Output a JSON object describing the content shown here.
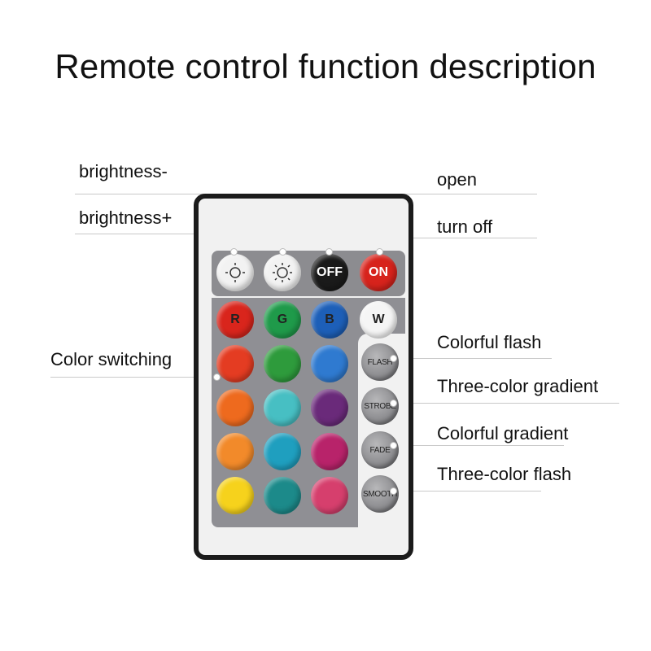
{
  "title": "Remote control function description",
  "labels": {
    "brightness_down": "brightness-",
    "brightness_up": "brightness+",
    "open": "open",
    "turn_off": "turn off",
    "color_switching": "Color switching",
    "colorful_flash": "Colorful flash",
    "three_color_gradient": "Three-color gradient",
    "colorful_gradient": "Colorful gradient",
    "three_color_flash": "Three-color flash"
  },
  "remote": {
    "power_off": "OFF",
    "power_on": "ON",
    "rgbw": [
      "R",
      "G",
      "B",
      "W"
    ],
    "modes": [
      "FLASH",
      "STROBE",
      "FADE",
      "SMOOTH"
    ],
    "colors": {
      "red": "#d9251c",
      "green": "#1f9a4a",
      "blue": "#1d5fb8",
      "white": "#f5f5f5",
      "grid": [
        "#e43c22",
        "#2e9b3c",
        "#2f7ad0",
        "#ee6a1e",
        "#47bfc3",
        "#6a2a7a",
        "#f28a2a",
        "#1f9fbf",
        "#b8236a",
        "#f6d21c",
        "#1c8a8a",
        "#d63f6d"
      ]
    }
  }
}
